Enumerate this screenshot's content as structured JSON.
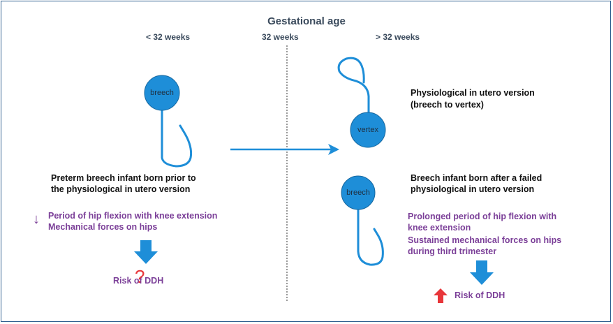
{
  "title": "Gestational age",
  "timeline": {
    "before": "< 32 weeks",
    "at": "32 weeks",
    "after": "> 32 weeks"
  },
  "left_panel": {
    "bubble_label": "breech",
    "description_line1": "Preterm breech infant born prior to",
    "description_line2": "the physiological in utero version",
    "factor_line1": "Period of hip flexion with knee extension",
    "factor_line2": "Mechanical forces on hips",
    "decrease_symbol": "↓",
    "risk_label": "Risk of DDH",
    "uncertain_symbol": "?"
  },
  "right_top_panel": {
    "bubble_label": "vertex",
    "description_line1": "Physiological in utero version",
    "description_line2": "(breech to vertex)"
  },
  "right_bottom_panel": {
    "bubble_label": "breech",
    "description_line1": "Breech infant born after a failed",
    "description_line2": "physiological in utero version",
    "factor_line1": "Prolonged period of hip flexion with",
    "factor_line2": "knee extension",
    "factor_line3": "Sustained mechanical forces on hips",
    "factor_line4": "during third trimester",
    "risk_label": "Risk of DDH"
  },
  "colors": {
    "bubble_fill": "#1e8ed8",
    "arrow_blue": "#1e8ed8",
    "accent_purple": "#7b3f98",
    "risk_up_red": "#e8363a",
    "heading_gray": "#3a4a5c",
    "divider": "#333333"
  }
}
